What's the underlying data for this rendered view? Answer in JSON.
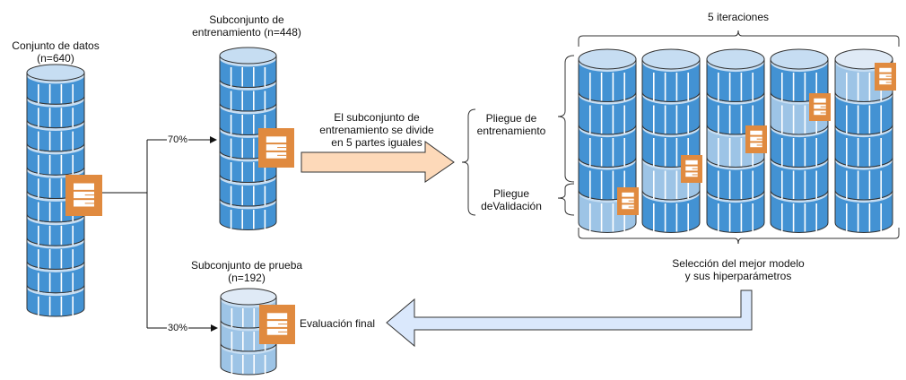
{
  "labels": {
    "dataset_title": "Conjunto de datos",
    "dataset_n": "(n=640)",
    "train_title": "Subconjunto de",
    "train_n": "entrenamiento (n=448)",
    "test_title": "Subconjunto de prueba",
    "test_n": "(n=192)",
    "split_70": "70%",
    "split_30": "30%",
    "divide_line1": "El subconjunto de",
    "divide_line2": "entrenamiento se divide",
    "divide_line3": "en 5 partes iguales",
    "fold_train_line1": "Pliegue de",
    "fold_train_line2": "entrenamiento",
    "fold_val_line1": "Pliegue",
    "fold_val_line2": "deValidación",
    "iterations": "5 iteraciones",
    "selection_line1": "Selección del mejor modelo",
    "selection_line2": "y sus hiperparámetros",
    "final_eval": "Evaluación final"
  },
  "stacks": {
    "dataset_disks": 10,
    "train_disks": 7,
    "test_disks": 3,
    "fold_disks": 5,
    "iterations": 5,
    "validation_disk_per_iteration": [
      4,
      3,
      2,
      1,
      0
    ]
  },
  "colors": {
    "disk_dark": "#4392d3",
    "disk_light": "#9dc4e6",
    "disk_top": "#c6ddf2",
    "doc_orange": "#e08a3f",
    "arrow_peach": "#fdd9b9",
    "arrow_blue": "#dae8fc",
    "stroke": "#333333"
  }
}
